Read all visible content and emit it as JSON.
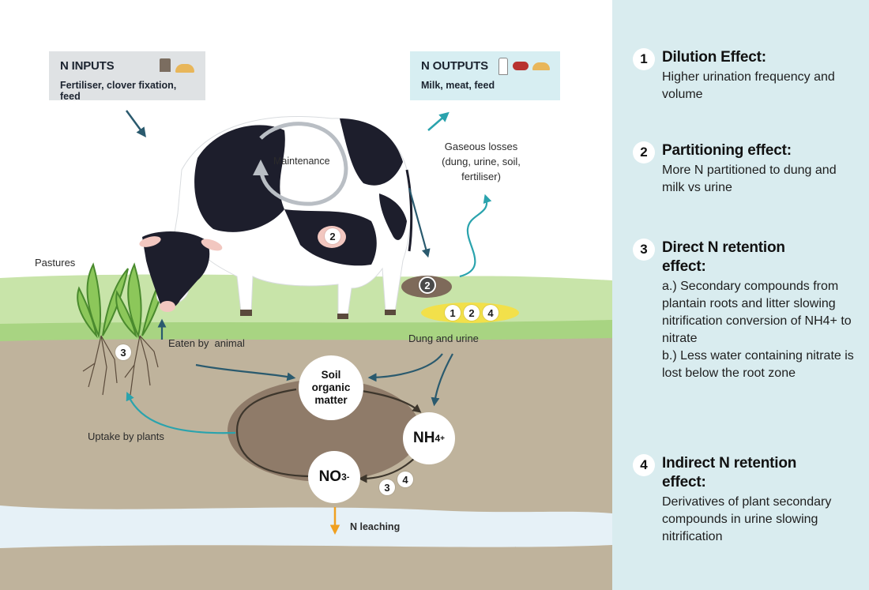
{
  "inputs": {
    "title": "N INPUTS",
    "subtitle": "Fertiliser, clover fixation, feed",
    "icons": [
      "fertiliser-bag-icon",
      "feed-pile-icon"
    ]
  },
  "outputs": {
    "title": "N OUTPUTS",
    "subtitle": "Milk, meat, feed",
    "icons": [
      "milk-bottle-icon",
      "meat-icon",
      "feed-pile-icon"
    ]
  },
  "labels": {
    "maintenance": "Maintenance",
    "gaseous": [
      "Gaseous losses",
      "(dung, urine, soil,",
      "fertiliser)"
    ],
    "pastures": "Pastures",
    "eaten": "Eaten by  animal",
    "dung_urine": "Dung and urine",
    "uptake": "Uptake by plants",
    "leaching": "N leaching"
  },
  "nodes": {
    "soil": [
      "Soil",
      "organic",
      "matter"
    ],
    "nh4": {
      "main": "NH",
      "sub": "4",
      "sup": "+"
    },
    "no3": {
      "main": "NO",
      "sub": "3",
      "sup": "-"
    }
  },
  "badges": {
    "udder": "2",
    "dung": "2",
    "urine": [
      "1",
      "2",
      "4"
    ],
    "roots": "3",
    "nitrification": [
      "3",
      "4"
    ]
  },
  "colors": {
    "panel": "#d9ecef",
    "inputs_box": "#dfe2e4",
    "outputs_box": "#d7eef2",
    "grass": "#c8e4a9",
    "soil": "#bfb39c",
    "water": "#e6f1f7",
    "teal_arrow": "#2aa3ad",
    "dark_arrow": "#2a5a6e",
    "leach_arrow": "#f0a020"
  },
  "effects": [
    {
      "num": "1",
      "title": "Dilution Effect:",
      "body": [
        "Higher urination frequency and volume"
      ]
    },
    {
      "num": "2",
      "title": "Partitioning effect:",
      "body": [
        "More N partitioned to dung and milk vs urine"
      ]
    },
    {
      "num": "3",
      "title": "Direct N retention effect:",
      "body": [
        "a.) Secondary compounds from plantain roots and litter slowing nitrification conversion of NH4+ to nitrate",
        "b.) Less water containing nitrate is lost below the root zone"
      ]
    },
    {
      "num": "4",
      "title": "Indirect N retention effect:",
      "body": [
        "Derivatives of plant secondary compounds in urine slowing nitrification"
      ]
    }
  ]
}
